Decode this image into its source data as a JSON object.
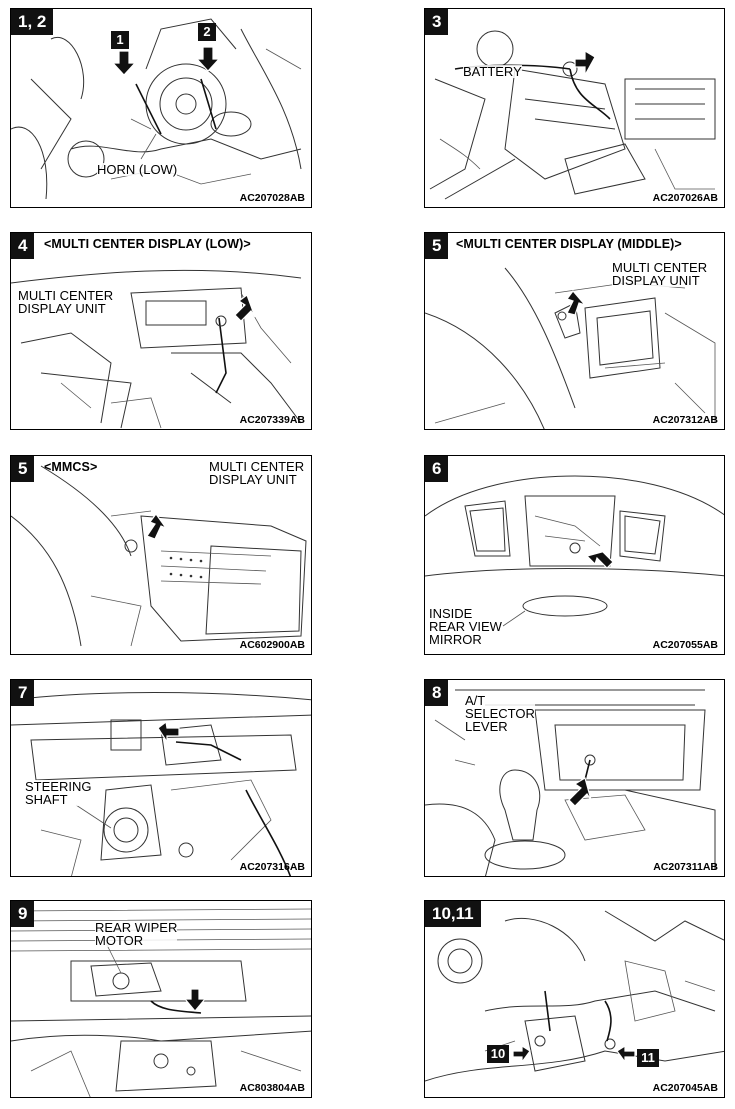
{
  "panels": [
    {
      "step": "1, 2",
      "variant": "",
      "labels": [
        "HORN (LOW)"
      ],
      "callouts": [
        "1",
        "2"
      ],
      "code": "AC207028AB"
    },
    {
      "step": "3",
      "variant": "",
      "labels": [
        "BATTERY"
      ],
      "callouts": [],
      "code": "AC207026AB"
    },
    {
      "step": "4",
      "variant": "<MULTI CENTER DISPLAY (LOW)>",
      "labels": [
        "MULTI CENTER\nDISPLAY UNIT"
      ],
      "callouts": [],
      "code": "AC207339AB"
    },
    {
      "step": "5",
      "variant": "<MULTI CENTER DISPLAY (MIDDLE)>",
      "labels": [
        "MULTI CENTER\nDISPLAY UNIT"
      ],
      "callouts": [],
      "code": "AC207312AB"
    },
    {
      "step": "5",
      "variant": "<MMCS>",
      "labels": [
        "MULTI CENTER\nDISPLAY UNIT"
      ],
      "callouts": [],
      "code": "AC602900AB"
    },
    {
      "step": "6",
      "variant": "",
      "labels": [
        "INSIDE\nREAR VIEW\nMIRROR"
      ],
      "callouts": [],
      "code": "AC207055AB"
    },
    {
      "step": "7",
      "variant": "",
      "labels": [
        "STEERING\nSHAFT"
      ],
      "callouts": [],
      "code": "AC207316AB"
    },
    {
      "step": "8",
      "variant": "",
      "labels": [
        "A/T\nSELECTOR\nLEVER"
      ],
      "callouts": [],
      "code": "AC207311AB"
    },
    {
      "step": "9",
      "variant": "",
      "labels": [
        "REAR WIPER\nMOTOR"
      ],
      "callouts": [],
      "code": "AC803804AB"
    },
    {
      "step": "10,11",
      "variant": "",
      "labels": [],
      "callouts": [
        "10",
        "11"
      ],
      "code": "AC207045AB"
    }
  ]
}
